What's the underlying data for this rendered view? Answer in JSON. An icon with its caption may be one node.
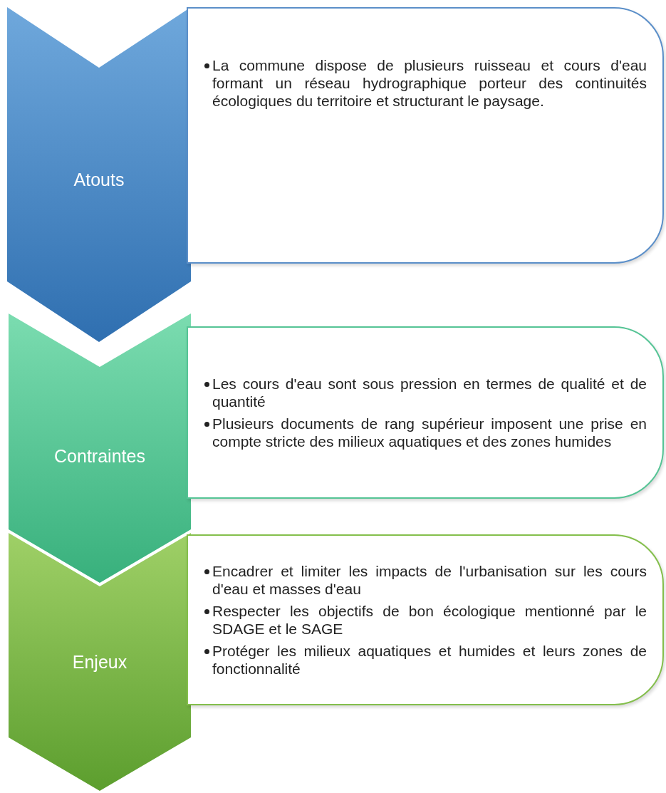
{
  "diagram": {
    "nodes": [
      {
        "text": [
          "Atouts"
        ]
      },
      {
        "text": [
          "La commune dispose de plusieurs ruisseau et cours d'eau formant un réseau hydrographique porteur des continuités écologiques du territoire et structurant le paysage."
        ]
      },
      {
        "text": [
          "Contraintes"
        ]
      },
      {
        "text": [
          "Les cours d'eau sont sous pression en termes de qualité et de quantité",
          "Plusieurs documents de rang supérieur imposent une prise en compte stricte des milieux aquatiques et des zones humides"
        ]
      },
      {
        "text": [
          "Enjeux"
        ]
      },
      {
        "text": [
          "Encadrer et limiter les impacts de l'urbanisation sur les cours d'eau et masses d'eau",
          "Respecter les objectifs de bon écologique mentionné par le SDAGE et le SAGE",
          "Protéger les milieux aquatiques et humides et leurs zones de fonctionnalité"
        ]
      }
    ]
  }
}
